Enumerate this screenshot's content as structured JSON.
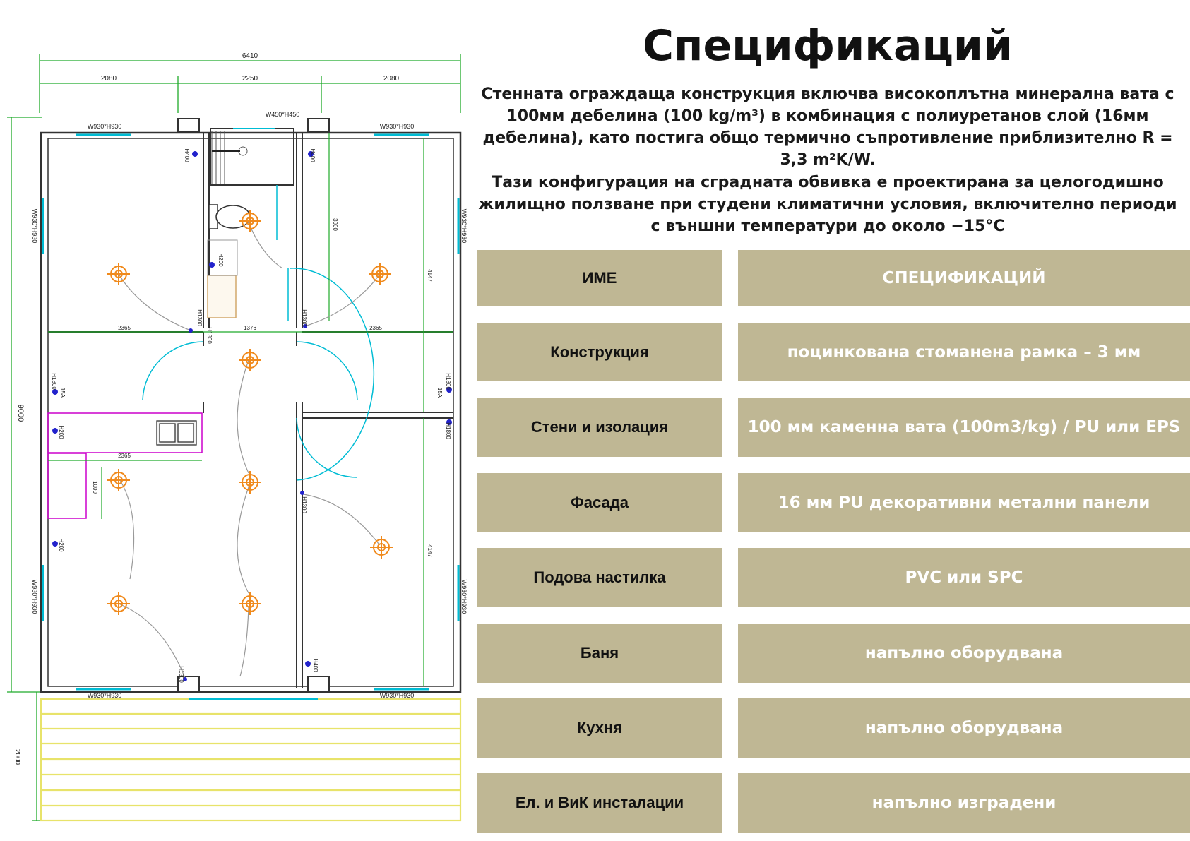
{
  "title": "Спецификаций",
  "intro": [
    "Стенната ограждаща конструкция включва високоплътна минерална вата с 100мм дебелина (100 kg/m³) в комбинация с полиуретанов слой (16мм дебелина), като постига общо термично съпротивление приблизително R = 3,3 m²K/W.",
    "Тази конфигурация на сградната обвивка е проектирана за целогодишно жилищно ползване при студени климатични условия, включително периоди с външни температури до около −15°C"
  ],
  "table": {
    "header": {
      "name": "ИМЕ",
      "value": "СПЕЦИФИКАЦИЙ"
    },
    "rows": [
      {
        "name": "Конструкция",
        "value": "поцинкована стоманена рамка – 3 мм"
      },
      {
        "name": "Стени и изолация",
        "value": "100 мм каменна вата (100m3/kg) / PU или EPS"
      },
      {
        "name": "Фасада",
        "value": "16 мм PU декоративни метални панели"
      },
      {
        "name": "Подова настилка",
        "value": "PVC или SPC"
      },
      {
        "name": "Баня",
        "value": "напълно оборудвана"
      },
      {
        "name": "Кухня",
        "value": "напълно оборудвана"
      },
      {
        "name": "Ел. и ВиК инсталации",
        "value": "напълно изградени"
      }
    ]
  },
  "plan": {
    "dims": {
      "overall_width": "6410",
      "left_width": "2080",
      "middle_width": "2250",
      "right_width": "2080",
      "overall_depth": "9000",
      "terrace_depth": "2000",
      "bath_depth": "3000",
      "room_depth_upper": "4147",
      "room_depth_lower": "4147",
      "left_room_width": "2365",
      "corridor_width": "1376",
      "right_room_width": "2365",
      "kitchen_width": "2365",
      "kitchen_depth": "1000"
    },
    "windows": {
      "top_left": "W930*H930",
      "top_bath": "W450*H450",
      "top_right": "W930*H930",
      "left_upper": "W930*H930",
      "left_lower": "W930*H930",
      "right_upper": "W930*H930",
      "right_lower": "W930*H930",
      "bottom_left": "W930*H930",
      "bottom_right": "W930*H930"
    },
    "heights": {
      "h400": "H400",
      "h200": "H200",
      "h1300": "H1300",
      "h1800": "H1800",
      "fifteen_a": "15A"
    },
    "colors": {
      "wall": "#333333",
      "window": "#00bcd4",
      "dimension": "#1faa2a",
      "light": "#f08a1c",
      "kitchen": "#cc00cc",
      "terrace": "#e8e36a",
      "socket": "#2222cc"
    }
  }
}
